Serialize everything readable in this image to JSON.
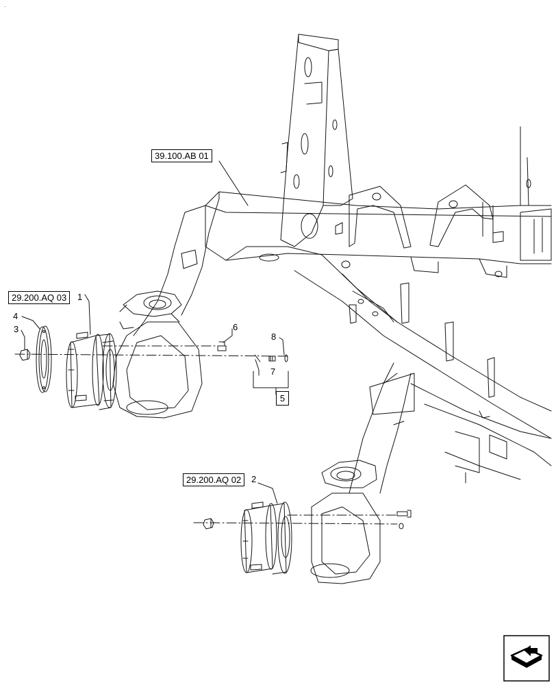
{
  "references": {
    "frame": "39.100.AB 01",
    "hub_upper": "29.200.AQ 03",
    "hub_lower": "29.200.AQ 02"
  },
  "callouts": {
    "c1": "1",
    "c2": "2",
    "c3": "3",
    "c4": "4",
    "c5": "5",
    "c6": "6",
    "c7": "7",
    "c8": "8"
  },
  "corner_mark": "·",
  "icons": {
    "navigation": "next-page-arrow-icon"
  }
}
